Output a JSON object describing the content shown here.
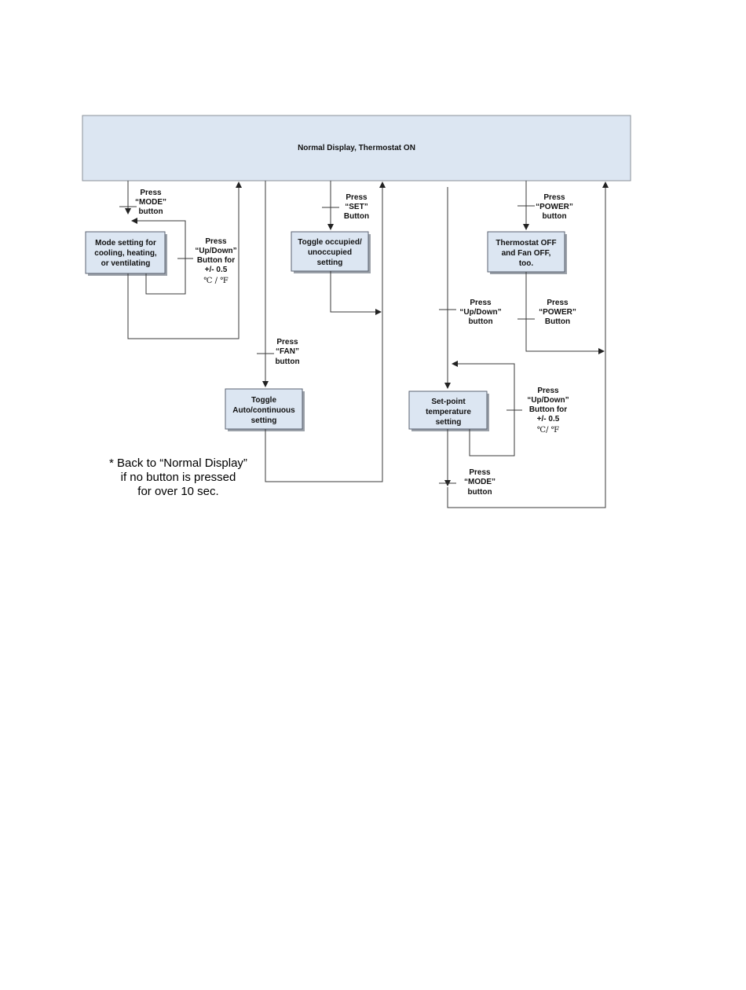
{
  "top": {
    "title": "Normal Display, Thermostat ON"
  },
  "boxes": {
    "mode": [
      "Mode setting for",
      "cooling, heating,",
      "or ventilating"
    ],
    "occupied": [
      "Toggle occupied/",
      "unoccupied",
      "setting"
    ],
    "off": [
      "Thermostat OFF",
      "and Fan   OFF,",
      "too."
    ],
    "fan": [
      "Toggle",
      "Auto/continuous",
      "setting"
    ],
    "setpoint": [
      "Set-point",
      "temperature",
      "setting"
    ]
  },
  "labels": {
    "press_mode_1": [
      "Press",
      "“MODE”",
      "button"
    ],
    "press_updown_1": [
      "Press",
      "“Up/Down”",
      "Button for",
      "+/- 0.5"
    ],
    "unit_1": "℃ / ℉",
    "press_set": [
      "Press",
      "“SET”",
      "Button"
    ],
    "press_power_1": [
      "Press",
      "“POWER”",
      "button"
    ],
    "press_updown_2": [
      "Press",
      "“Up/Down”",
      "button"
    ],
    "press_power_2": [
      "Press",
      "“POWER”",
      "Button"
    ],
    "press_fan": [
      "Press",
      "“FAN”",
      "button"
    ],
    "press_updown_3": [
      "Press",
      "“Up/Down”",
      "Button for",
      "+/- 0.5"
    ],
    "unit_3": "℃/ ℉",
    "press_mode_2": [
      "Press",
      "“MODE”",
      "button"
    ]
  },
  "note": [
    "* Back to “Normal Display”",
    "if no button is pressed",
    "for over 10 sec."
  ]
}
